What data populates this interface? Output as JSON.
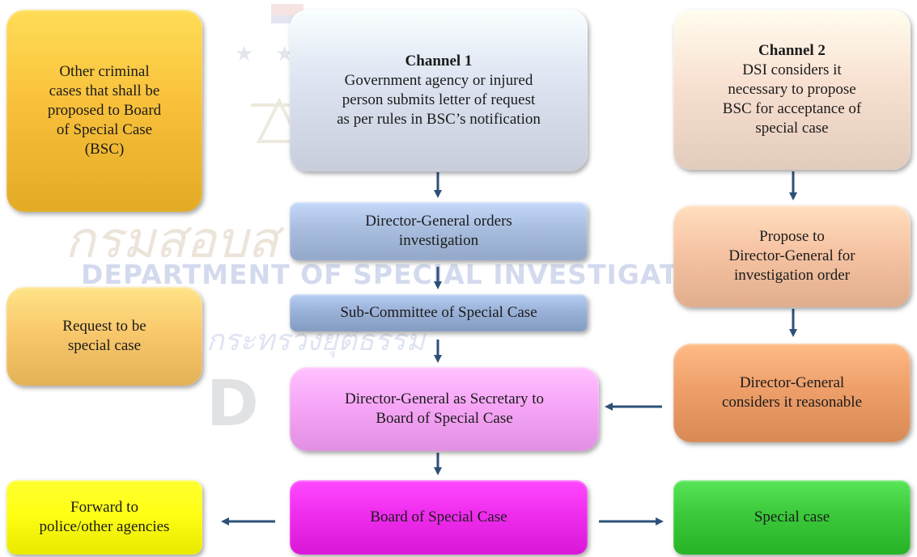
{
  "watermark": {
    "thai_line1": "กรมสอบส",
    "english_line": "DEPARTMENT OF SPECIAL INVESTIGATION",
    "thai_line2": "กระทรวงยุติธรรม",
    "letter": "D"
  },
  "boxes": {
    "other_cases": {
      "lines": [
        "Other criminal",
        "cases that shall be",
        "proposed to Board",
        "of Special Case",
        "(BSC)"
      ],
      "color": "#f9c13b"
    },
    "channel1": {
      "title": "Channel 1",
      "lines": [
        "Government agency or injured",
        "person submits letter of request",
        "as per rules in BSC’s notification"
      ],
      "color": "#dde3f1"
    },
    "channel2": {
      "title": "Channel 2",
      "lines": [
        "DSI considers it",
        "necessary to propose",
        "BSC for acceptance of",
        "special case"
      ],
      "color": "#f9e1d2"
    },
    "dg_orders": {
      "lines": [
        "Director-General orders",
        "investigation"
      ],
      "color": "#a9bedf"
    },
    "propose_dg": {
      "lines": [
        "Propose to",
        "Director-General for",
        "investigation order"
      ],
      "color": "#f6c3a3"
    },
    "request_special": {
      "lines": [
        "Request to be",
        "special case"
      ],
      "color": "#f9c86c"
    },
    "subcommittee": {
      "lines": [
        "Sub-Committee of Special Case"
      ],
      "color": "#9bb2d8"
    },
    "dg_reasonable": {
      "lines": [
        "Director-General",
        "considers it reasonable"
      ],
      "color": "#ee9f6a"
    },
    "dg_secretary": {
      "lines": [
        "Director-General as Secretary to",
        "Board of Special Case"
      ],
      "color": "#f7a6f7"
    },
    "forward_police": {
      "lines": [
        "Forward to",
        "police/other agencies"
      ],
      "color": "#ffff15"
    },
    "board": {
      "lines": [
        "Board of Special Case"
      ],
      "color": "#ef2ded"
    },
    "special_case": {
      "lines": [
        "Special case"
      ],
      "color": "#3cc93c"
    }
  },
  "arrow_color": "#2e5078"
}
